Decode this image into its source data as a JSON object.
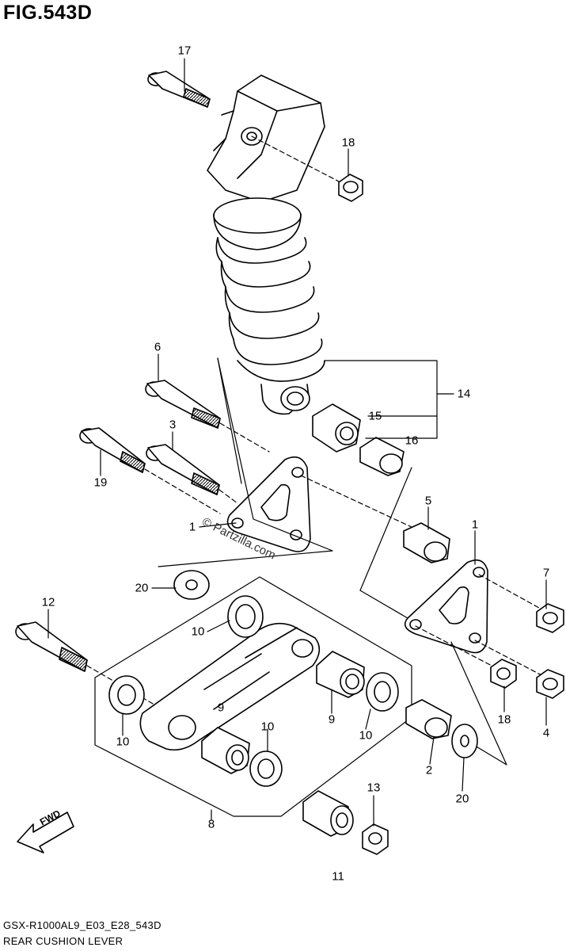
{
  "figure": {
    "title": "FIG.543D",
    "model_code": "GSX-R1000AL9_E03_E28_543D",
    "caption": "REAR CUSHION LEVER",
    "watermark": "© Partzilla.com",
    "fwd_label": "FWD"
  },
  "callouts": [
    {
      "id": "c17",
      "text": "17"
    },
    {
      "id": "c18a",
      "text": "18"
    },
    {
      "id": "c6",
      "text": "6"
    },
    {
      "id": "c3",
      "text": "3"
    },
    {
      "id": "c19",
      "text": "19"
    },
    {
      "id": "c14",
      "text": "14"
    },
    {
      "id": "c15",
      "text": "15"
    },
    {
      "id": "c16",
      "text": "16"
    },
    {
      "id": "c1a",
      "text": "1"
    },
    {
      "id": "c5",
      "text": "5"
    },
    {
      "id": "c1b",
      "text": "1"
    },
    {
      "id": "c7",
      "text": "7"
    },
    {
      "id": "c20a",
      "text": "20"
    },
    {
      "id": "c12",
      "text": "12"
    },
    {
      "id": "c10a",
      "text": "10"
    },
    {
      "id": "c9a",
      "text": "9"
    },
    {
      "id": "c9b",
      "text": "9"
    },
    {
      "id": "c10b",
      "text": "10"
    },
    {
      "id": "c10c",
      "text": "10"
    },
    {
      "id": "c10d",
      "text": "10"
    },
    {
      "id": "c18b",
      "text": "18"
    },
    {
      "id": "c4",
      "text": "4"
    },
    {
      "id": "c2",
      "text": "2"
    },
    {
      "id": "c20b",
      "text": "20"
    },
    {
      "id": "c13",
      "text": "13"
    },
    {
      "id": "c8",
      "text": "8"
    },
    {
      "id": "c11",
      "text": "11"
    }
  ]
}
